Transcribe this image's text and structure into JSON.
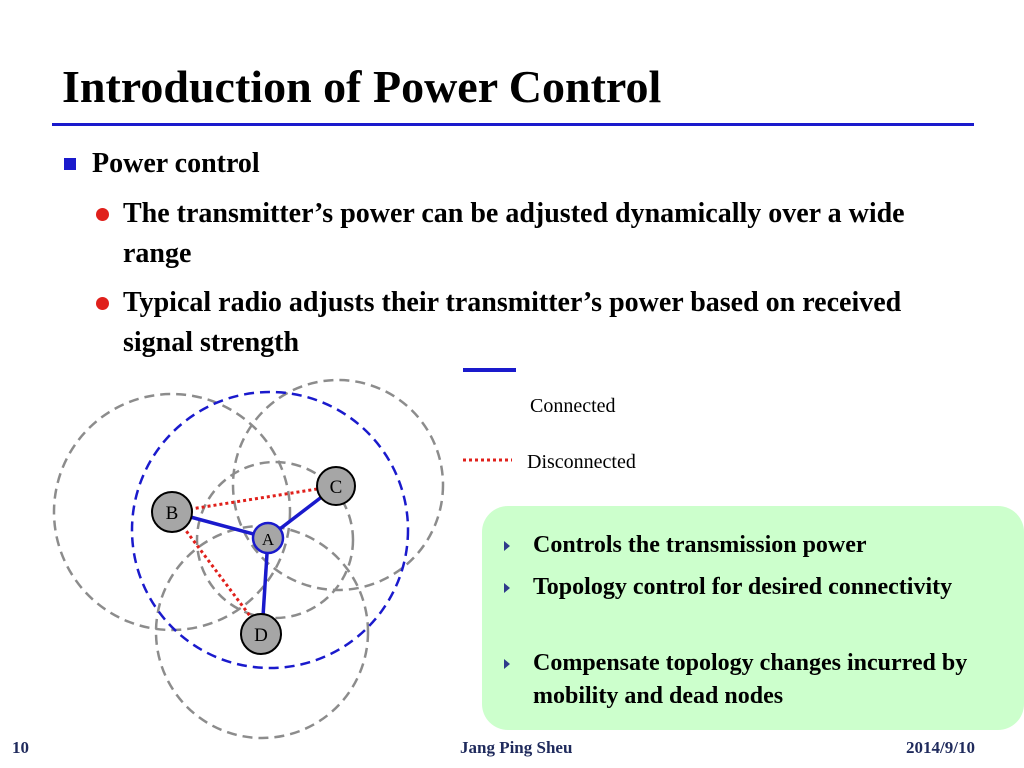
{
  "slide": {
    "title": "Introduction of Power Control",
    "level1": "Power control",
    "level2": [
      "The transmitter’s power can be adjusted dynamically over a wide range",
      "Typical radio adjusts their transmitter’s power based on received signal strength"
    ]
  },
  "legend": {
    "connected": "Connected",
    "disconnected": "Disconnected"
  },
  "diagram": {
    "nodes": {
      "a": "A",
      "b": "B",
      "c": "C",
      "d": "D"
    },
    "colors": {
      "range_circle": "#8c8c8c",
      "adjusted_range": "#1a1acc",
      "connected_link": "#1a1acc",
      "disconnected_link": "#e0201b",
      "node_fill": "#a6a6a6"
    }
  },
  "callout": {
    "background": "#ccffcc",
    "bullets": [
      "Controls the transmission power",
      "Topology control for desired connectivity",
      "Compensate topology changes incurred by mobility and dead nodes"
    ]
  },
  "footer": {
    "page": "10",
    "author": "Jang Ping Sheu",
    "date": "2014/9/10"
  }
}
